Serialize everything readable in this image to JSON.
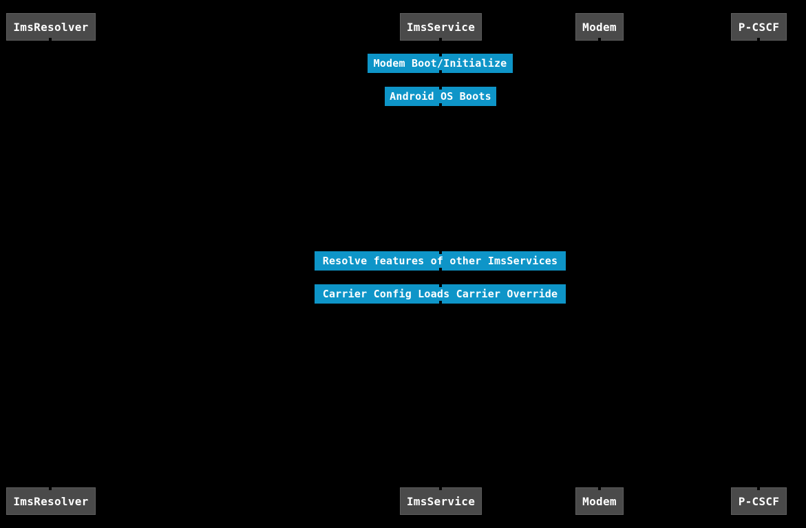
{
  "diagram": {
    "type": "sequence-diagram",
    "background_color": "#000000",
    "actor_fill_color": "#4a4a4a",
    "actor_border_color": "#5f5f5f",
    "note_fill_color": "#0e95c8",
    "text_color": "#ffffff",
    "actors": [
      {
        "label": "ImsResolver"
      },
      {
        "label": "ImsService"
      },
      {
        "label": "Modem"
      },
      {
        "label": "P-CSCF"
      }
    ],
    "notes": [
      {
        "label": "Modem Boot/Initialize",
        "over": "ImsService"
      },
      {
        "label": "Android OS Boots",
        "over": "ImsService"
      },
      {
        "label": "Resolve features of other ImsServices",
        "over": "ImsService"
      },
      {
        "label": "Carrier Config Loads Carrier Override",
        "over": "ImsService"
      }
    ]
  }
}
